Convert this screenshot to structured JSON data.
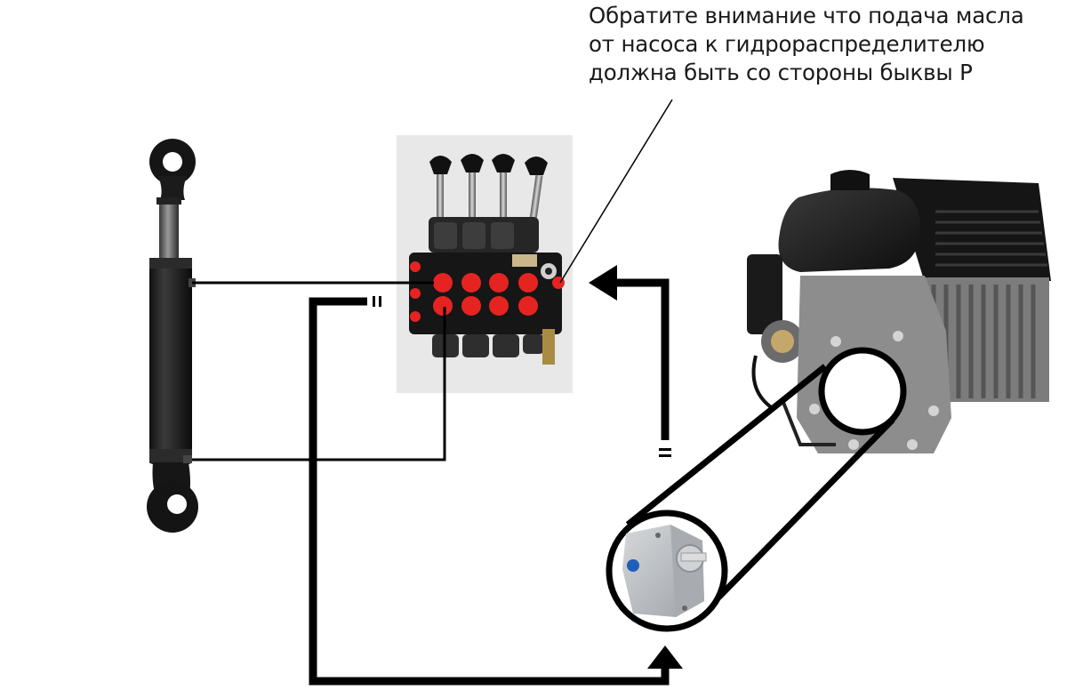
{
  "note": {
    "lines": [
      "Обратите внимание что подача масла",
      "от насоса к гидрораспределителю",
      "должна быть со стороны быквы Р"
    ]
  },
  "colors": {
    "line": "#000000",
    "valve_background": "#e8e8e8",
    "port_red": "#e52421",
    "cylinder_body": "#1c1c1c",
    "pump_body": "#b9bcc0",
    "pump_port_blue": "#1f5fb8",
    "engine_body": "#1e1e1e"
  }
}
